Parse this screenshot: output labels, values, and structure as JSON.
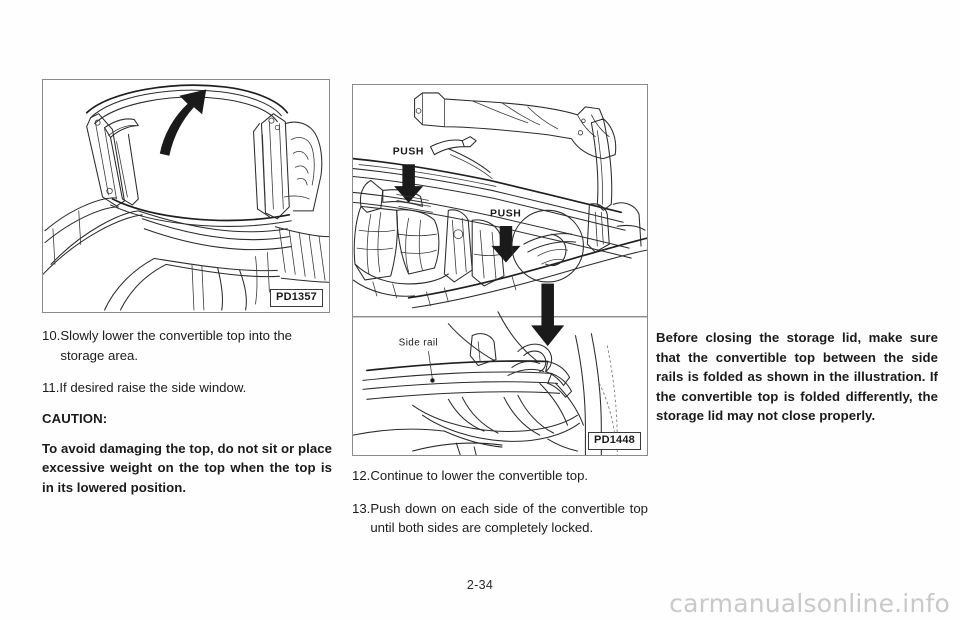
{
  "document": {
    "page_number": "2-34",
    "watermark": "carmanualsonline.info"
  },
  "figures": {
    "left": {
      "code": "PD1357",
      "alt": "convertible-top-frame-lowering"
    },
    "middle": {
      "code": "PD1448",
      "alt": "convertible-top-push-down-side-rails",
      "labels": {
        "push_left": "PUSH",
        "push_right": "PUSH",
        "side_rail": "Side rail"
      }
    }
  },
  "left_column": {
    "step_10": {
      "number": "10.",
      "text": "Slowly lower the convertible top into the storage area."
    },
    "step_11": {
      "number": "11.",
      "text": "If desired raise the side window."
    },
    "caution_heading": "CAUTION:",
    "caution_text": "To avoid damaging the top, do not sit or place excessive weight on the top when the top is in its lowered position."
  },
  "middle_column": {
    "step_12": {
      "number": "12.",
      "text": "Continue to lower the convertible top."
    },
    "step_13": {
      "number": "13.",
      "text": "Push down on each side of the convertible top until both sides are completely locked."
    }
  },
  "right_column": {
    "note_text": "Before closing the storage lid, make sure that the convertible top between the side rails is folded as shown in the illustration. If the convertible top is folded differently, the storage lid may not close properly."
  }
}
